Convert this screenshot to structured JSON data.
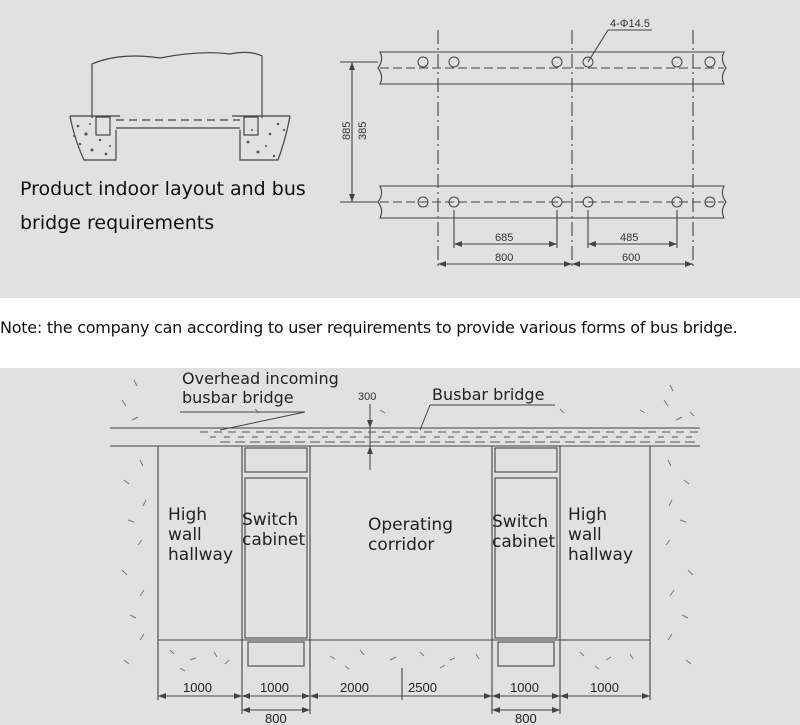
{
  "top": {
    "caption": "Product indoor layout and bus bridge requirements",
    "hole_label": "4-Φ14.5",
    "dim_vertical_outer": "885",
    "dim_vertical_inner": "385",
    "dim_inner_left": "685",
    "dim_outer_left": "800",
    "dim_inner_right": "485",
    "dim_outer_right": "600"
  },
  "note": "Note: the company can according to user requirements to provide various forms of bus bridge.",
  "bottom": {
    "label_overhead_1": "Overhead incoming",
    "label_overhead_2": "busbar bridge",
    "label_300": "300",
    "label_busbar_bridge": "Busbar bridge",
    "left_hallway": [
      "High",
      "wall",
      "hallway"
    ],
    "left_cabinet": [
      "Switch",
      "cabinet"
    ],
    "corridor": [
      "Operating",
      "corridor"
    ],
    "right_cabinet": [
      "Switch",
      "cabinet"
    ],
    "right_hallway": [
      "High",
      "wall",
      "hallway"
    ],
    "dims_row1": [
      "1000",
      "1000",
      "2000",
      "2500",
      "1000",
      "1000"
    ],
    "dims_row2": [
      "800",
      "800"
    ]
  }
}
